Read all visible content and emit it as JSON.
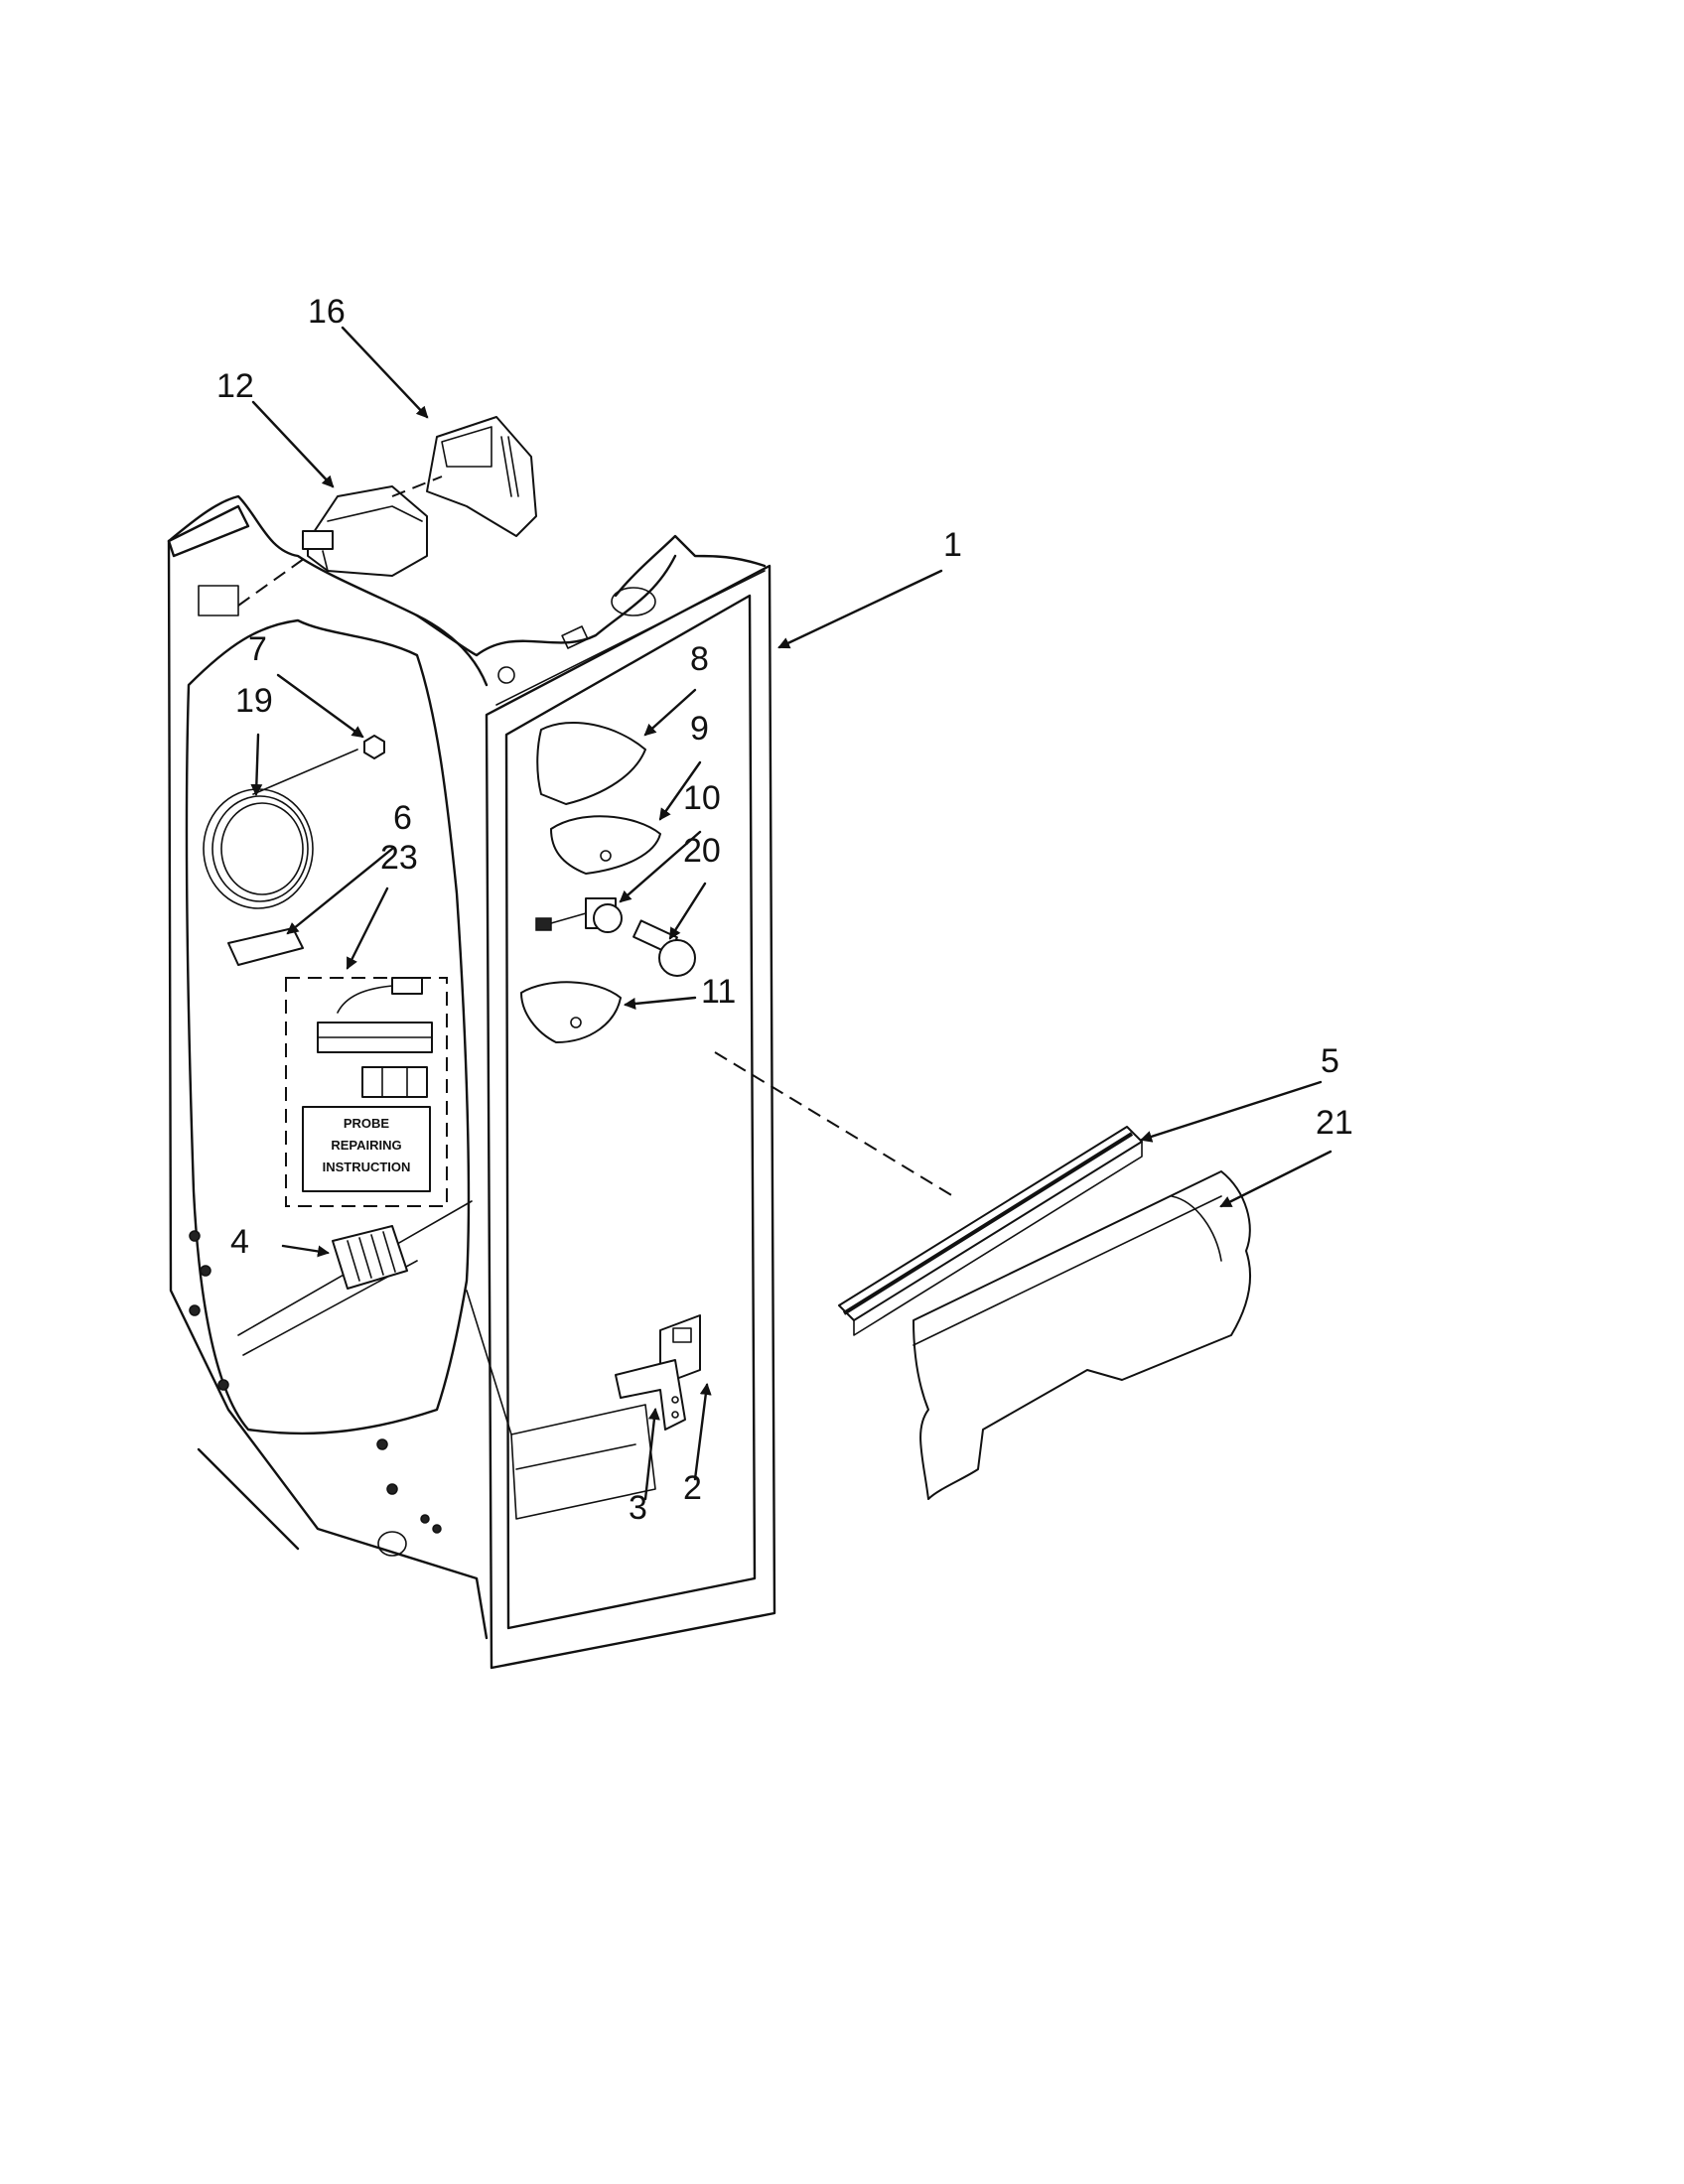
{
  "callouts": [
    "1",
    "2",
    "3",
    "4",
    "5",
    "6",
    "7",
    "8",
    "9",
    "10",
    "11",
    "12",
    "16",
    "19",
    "20",
    "21",
    "23"
  ],
  "probe_kit_label": [
    "PROBE",
    "REPAIRING",
    "INSTRUCTION"
  ]
}
